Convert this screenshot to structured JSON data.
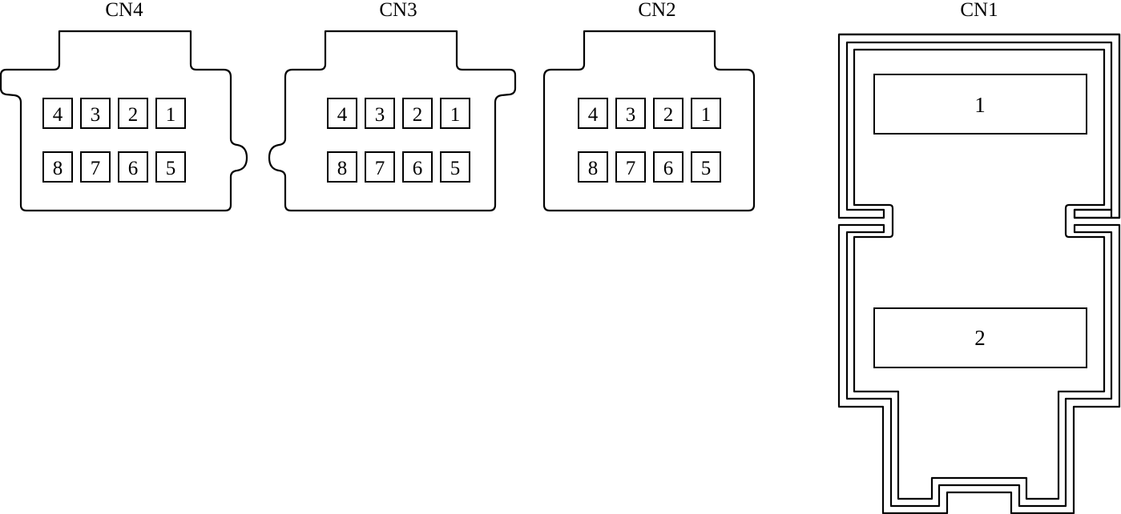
{
  "connectors": [
    {
      "id": "cn4",
      "title": "CN4",
      "top_pins": [
        "4",
        "3",
        "2",
        "1"
      ],
      "bottom_pins": [
        "8",
        "7",
        "6",
        "5"
      ]
    },
    {
      "id": "cn3",
      "title": "CN3",
      "top_pins": [
        "4",
        "3",
        "2",
        "1"
      ],
      "bottom_pins": [
        "8",
        "7",
        "6",
        "5"
      ]
    },
    {
      "id": "cn2",
      "title": "CN2",
      "top_pins": [
        "4",
        "3",
        "2",
        "1"
      ],
      "bottom_pins": [
        "8",
        "7",
        "6",
        "5"
      ]
    }
  ],
  "cn1": {
    "title": "CN1",
    "pins": [
      "1",
      "2"
    ]
  },
  "colors": {
    "line": "#000000",
    "background": "#ffffff"
  }
}
